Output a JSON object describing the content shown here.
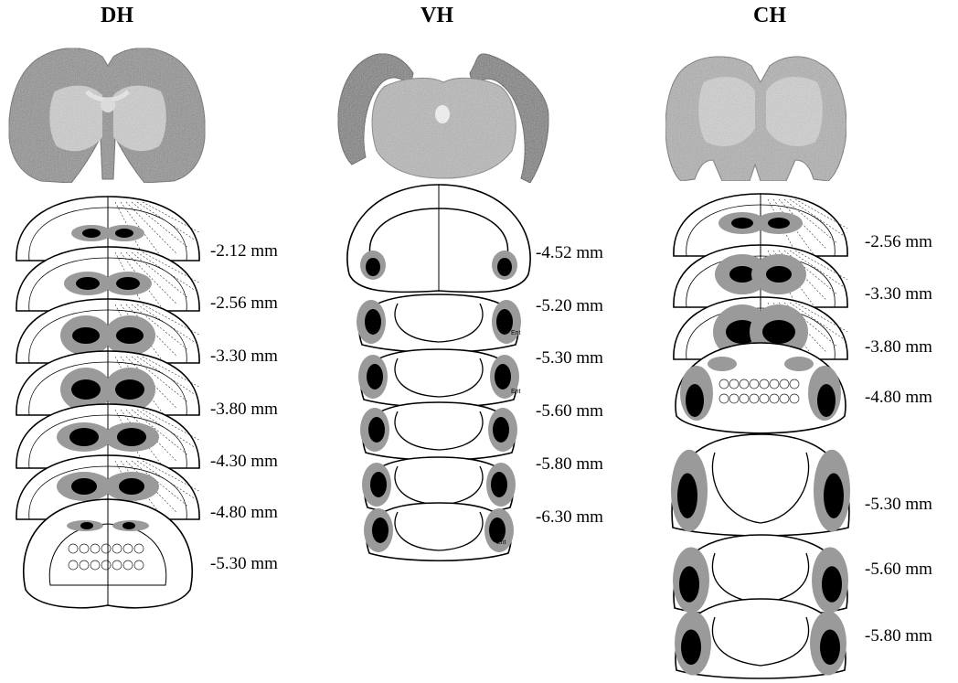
{
  "columns": [
    {
      "id": "dh",
      "title": "DH",
      "levels": [
        "-2.12 mm",
        "-2.56 mm",
        "-3.30 mm",
        "-3.80 mm",
        "-4.30 mm",
        "-4.80 mm",
        "-5.30 mm"
      ]
    },
    {
      "id": "vh",
      "title": "VH",
      "levels": [
        "-4.52 mm",
        "-5.20 mm",
        "-5.30 mm",
        "-5.60 mm",
        "-5.80 mm",
        "-6.30 mm"
      ]
    },
    {
      "id": "ch",
      "title": "CH",
      "levels": [
        "-2.56 mm",
        "-3.30 mm",
        "-3.80 mm",
        "-4.80 mm",
        "-5.30 mm",
        "-5.60 mm",
        "-5.80 mm"
      ]
    }
  ],
  "atlas_labels": [
    "Ent",
    "Ent",
    "Ent"
  ],
  "colors": {
    "lesion_max": "#000000",
    "lesion_min": "#9a9a9a",
    "outline": "#000000",
    "section_fill": "#ffffff",
    "photo_tissue": "#bdbdbd"
  }
}
